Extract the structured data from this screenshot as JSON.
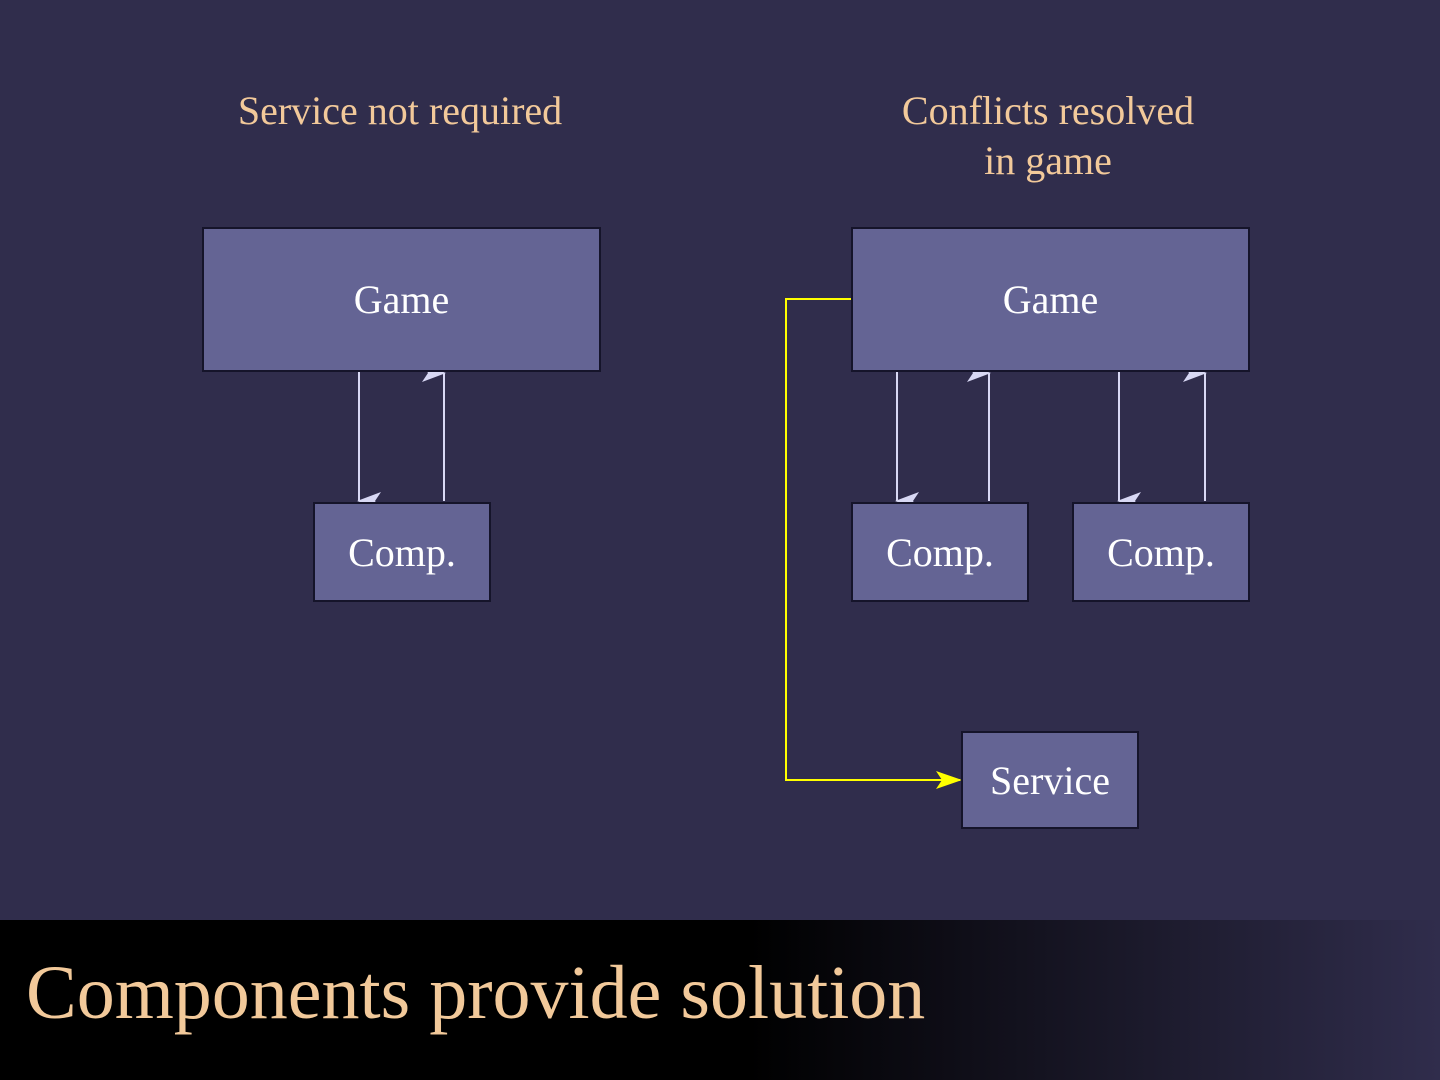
{
  "slide": {
    "title": "Components provide solution",
    "background_color": "#302d4c",
    "text_color": "#f2c99a"
  },
  "left_diagram": {
    "heading": "Service not required",
    "game_label": "Game",
    "component_label": "Comp."
  },
  "right_diagram": {
    "heading_line1": "Conflicts resolved",
    "heading_line2": "in game",
    "game_label": "Game",
    "component1_label": "Comp.",
    "component2_label": "Comp.",
    "service_label": "Service"
  },
  "colors": {
    "box_fill": "#646494",
    "arrow": "#d8d8f4",
    "service_link": "#ffff00"
  }
}
